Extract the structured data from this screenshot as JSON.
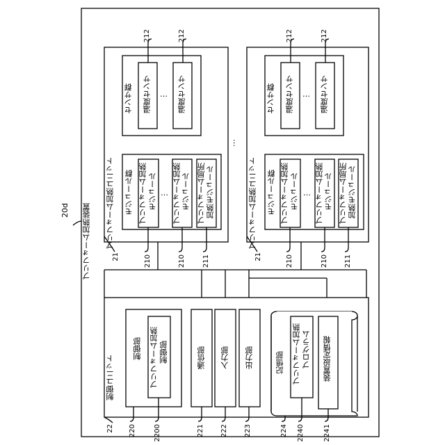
{
  "device": {
    "id": "20d",
    "title": "プリフォーム加熱装置"
  },
  "heating_unit": {
    "title": "プリフォーム加熱ユニット",
    "ref": "21",
    "module_group_title": "モジュール群",
    "module1_line1": "プリフォーム加熱",
    "module1_line2": "モジュール",
    "module2_line1": "プリフォーム加熱",
    "module2_line2": "モジュール",
    "module3_line1": "プリフォーム局所",
    "module3_line2": "加熱モジュール",
    "module_ref_a": "210",
    "module_ref_b": "210",
    "module_ref_c": "211",
    "sensor_group_title": "センサ群",
    "sensor_label": "温度センサ",
    "sensor_ref": "212"
  },
  "control_unit": {
    "title": "制御ユニット",
    "ref": "22",
    "controller": "制御部",
    "controller_ref": "220",
    "sub_controller_line1": "プリフォーム加熱",
    "sub_controller_line2": "制御部",
    "sub_controller_ref": "2200",
    "comm": "通信部",
    "comm_ref": "221",
    "input": "入力部",
    "input_ref": "222",
    "output": "出力部",
    "output_ref": "223",
    "storage": "記憶部",
    "storage_ref": "224",
    "program_line1": "プリフォーム加熱",
    "program_line2": "プログラム",
    "program_ref": "2240",
    "settings": "装置設定情報",
    "settings_ref": "2241"
  },
  "ellipsis": "…"
}
